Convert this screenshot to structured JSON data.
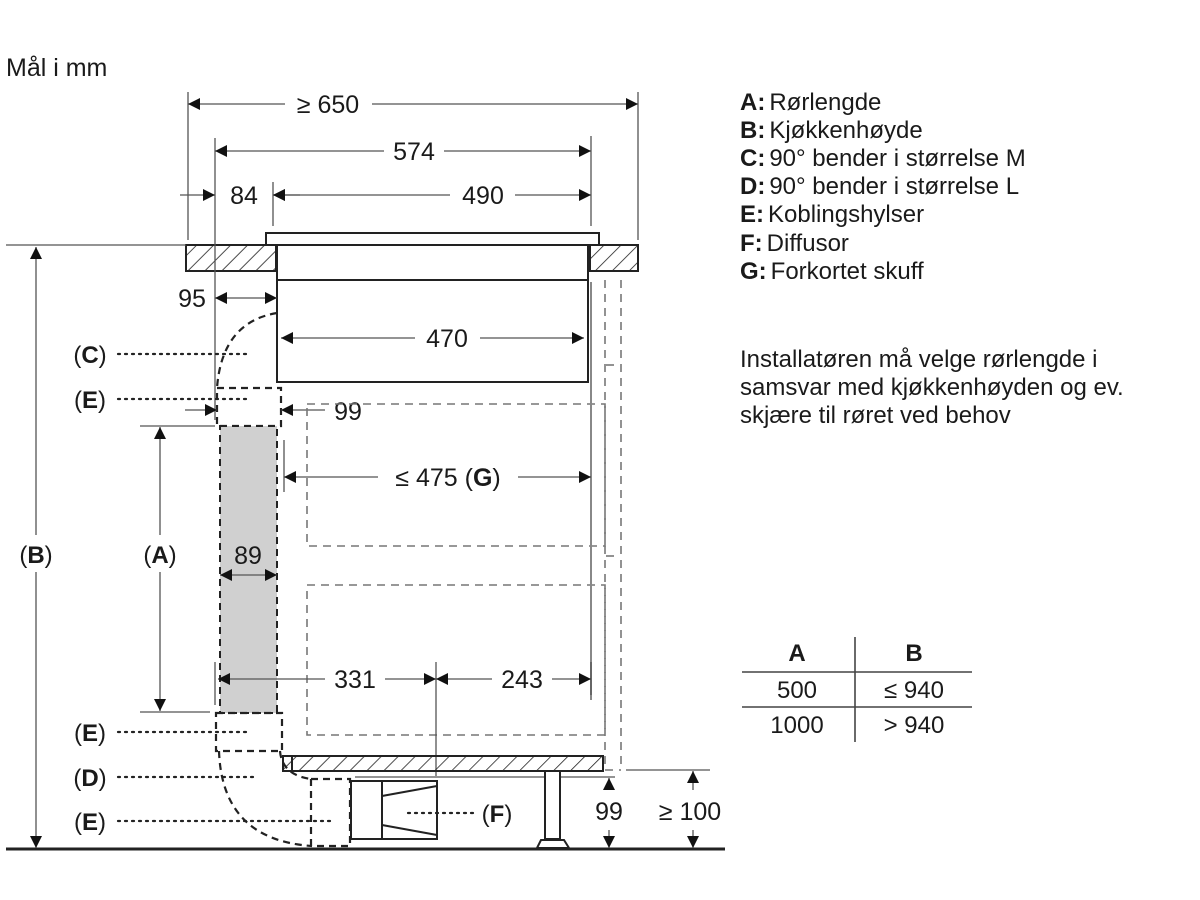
{
  "unit_note": "Mål i mm",
  "dimensions": {
    "total_width": "≥ 650",
    "cutout_width": "574",
    "offset_left": "84",
    "device_top_width": "490",
    "duct_offset": "95",
    "device_body_width": "470",
    "coupling_offset": "99",
    "drawer_depth": "≤ 475 (G)",
    "drawer_depth_prefix": "≤ 475 (",
    "drawer_depth_key": "G",
    "drawer_depth_suffix": ")",
    "pipe_width": "89",
    "dist_left": "331",
    "dist_right": "243",
    "plinth_height": "99",
    "plinth_min": "≥ 100"
  },
  "callouts": {
    "C": "C",
    "E1": "E",
    "A": "A",
    "B": "B",
    "E2": "E",
    "D": "D",
    "E3": "E",
    "F": "F"
  },
  "legend": [
    {
      "key": "A:",
      "text": "Rørlengde"
    },
    {
      "key": "B:",
      "text": "Kjøkkenhøyde"
    },
    {
      "key": "C:",
      "text": "90° bender i størrelse M"
    },
    {
      "key": "D:",
      "text": "90° bender i størrelse L"
    },
    {
      "key": "E:",
      "text": "Koblingshylser"
    },
    {
      "key": "F:",
      "text": "Diffusor"
    },
    {
      "key": "G:",
      "text": "Forkortet skuff"
    }
  ],
  "note": [
    "Installatøren må velge rørlengde i",
    "samsvar med kjøkkenhøyden og ev.",
    "skjære til røret ved behov"
  ],
  "table": {
    "headers": [
      "A",
      "B"
    ],
    "rows": [
      [
        "500",
        "≤ 940"
      ],
      [
        "1000",
        "> 940"
      ]
    ]
  },
  "colors": {
    "pipe_fill": "#d0d0d0",
    "line": "#222222"
  }
}
